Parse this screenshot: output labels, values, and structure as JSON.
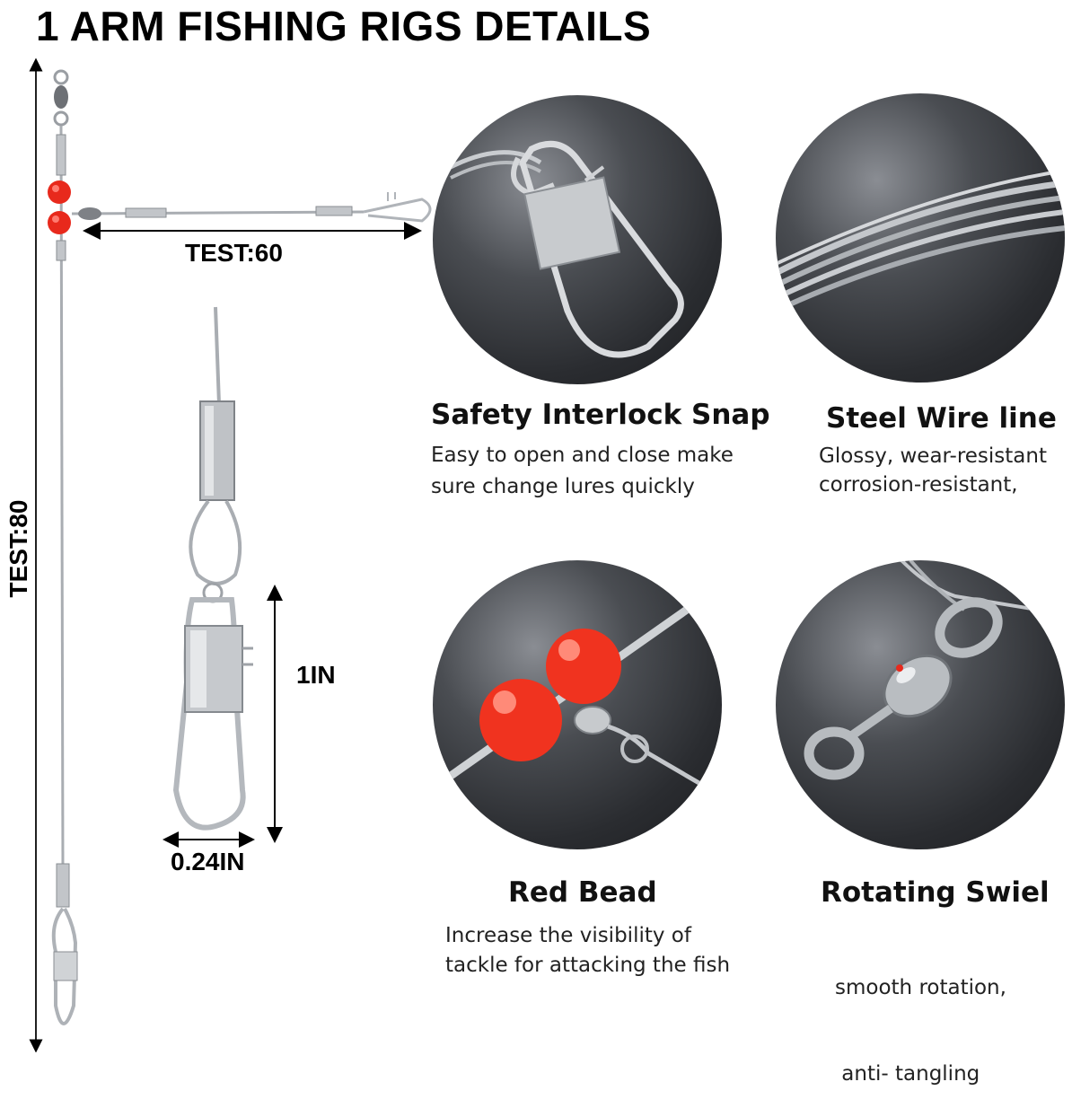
{
  "title": "1 ARM FISHING RIGS DETAILS",
  "dimensions": {
    "vertical": "TEST:80",
    "horizontal": "TEST:60",
    "snap_height": "1IN",
    "snap_width": "0.24IN"
  },
  "features": [
    {
      "title": "Safety Interlock Snap",
      "lines": [
        "Easy to open and close make",
        "sure change lures quickly"
      ]
    },
    {
      "title": "Steel Wire line",
      "lines": [
        "Glossy, wear-resistant",
        "corrosion-resistant,"
      ]
    },
    {
      "title": "Red Bead",
      "lines": [
        "Increase the visibility of",
        "tackle for attacking the fish"
      ]
    },
    {
      "title": "Rotating Swiel",
      "lines": [
        "smooth rotation,",
        " anti- tangling"
      ]
    }
  ],
  "colors": {
    "bead": "#e8291c",
    "wire": "#a9adb2",
    "metal": "#c9ccd0",
    "rock": "#3b3d42"
  }
}
